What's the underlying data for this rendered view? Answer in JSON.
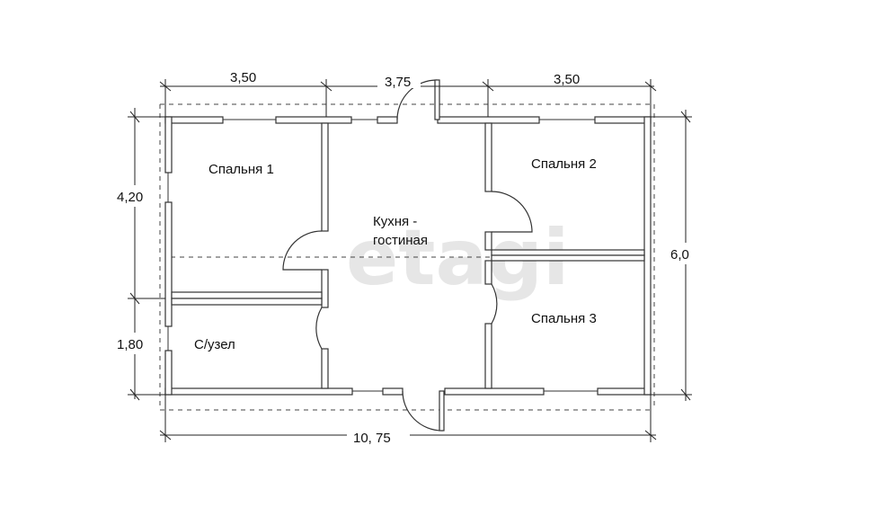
{
  "rooms": {
    "bedroom1": "Спальня 1",
    "bedroom2": "Спальня 2",
    "bedroom3": "Спальня 3",
    "kitchen_line1": "Кухня -",
    "kitchen_line2": "гостиная",
    "bathroom": "С/узел"
  },
  "dimensions": {
    "top_left": "3,50",
    "top_middle": "3,75",
    "top_right": "3,50",
    "left_upper": "4,20",
    "left_lower": "1,80",
    "right_total": "6,0",
    "bottom_total": "10, 75"
  },
  "watermark": "etagi"
}
